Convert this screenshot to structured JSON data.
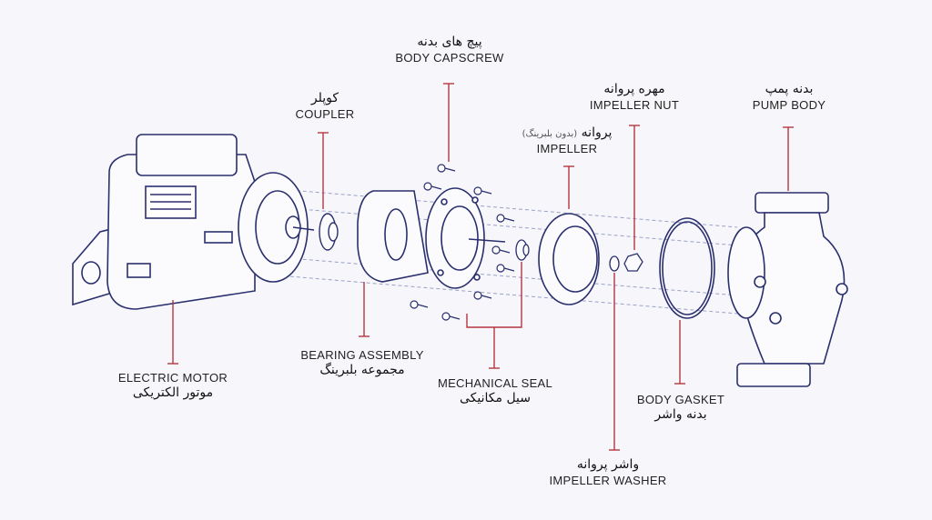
{
  "labels": {
    "body_capscrew": {
      "fa": "پیچ های بدنه",
      "en": "BODY CAPSCREW"
    },
    "coupler": {
      "fa": "کوپلر",
      "en": "COUPLER"
    },
    "impeller": {
      "fa": "پروانه",
      "fa_note": "(بدون بلبرینگ)",
      "en": "IMPELLER"
    },
    "impeller_nut": {
      "fa": "مهره پروانه",
      "en": "IMPELLER NUT"
    },
    "pump_body": {
      "fa": "بدنه پمپ",
      "en": "PUMP BODY"
    },
    "electric_motor": {
      "en": "ELECTRIC MOTOR",
      "fa": "موتور الکتریکی"
    },
    "bearing_assembly": {
      "en": "BEARING ASSEMBLY",
      "fa": "مجموعه بلبرینگ"
    },
    "mechanical_seal": {
      "en": "MECHANICAL SEAL",
      "fa": "سیل مکانیکی"
    },
    "body_gasket": {
      "en": "BODY GASKET",
      "fa": "بدنه واشر"
    },
    "impeller_washer": {
      "fa": "واشر پروانه",
      "en": "IMPELLER WASHER"
    }
  },
  "colors": {
    "line_art": "#2a2f6e",
    "leader": "#b5353f",
    "dashed": "#9aa0c8"
  }
}
